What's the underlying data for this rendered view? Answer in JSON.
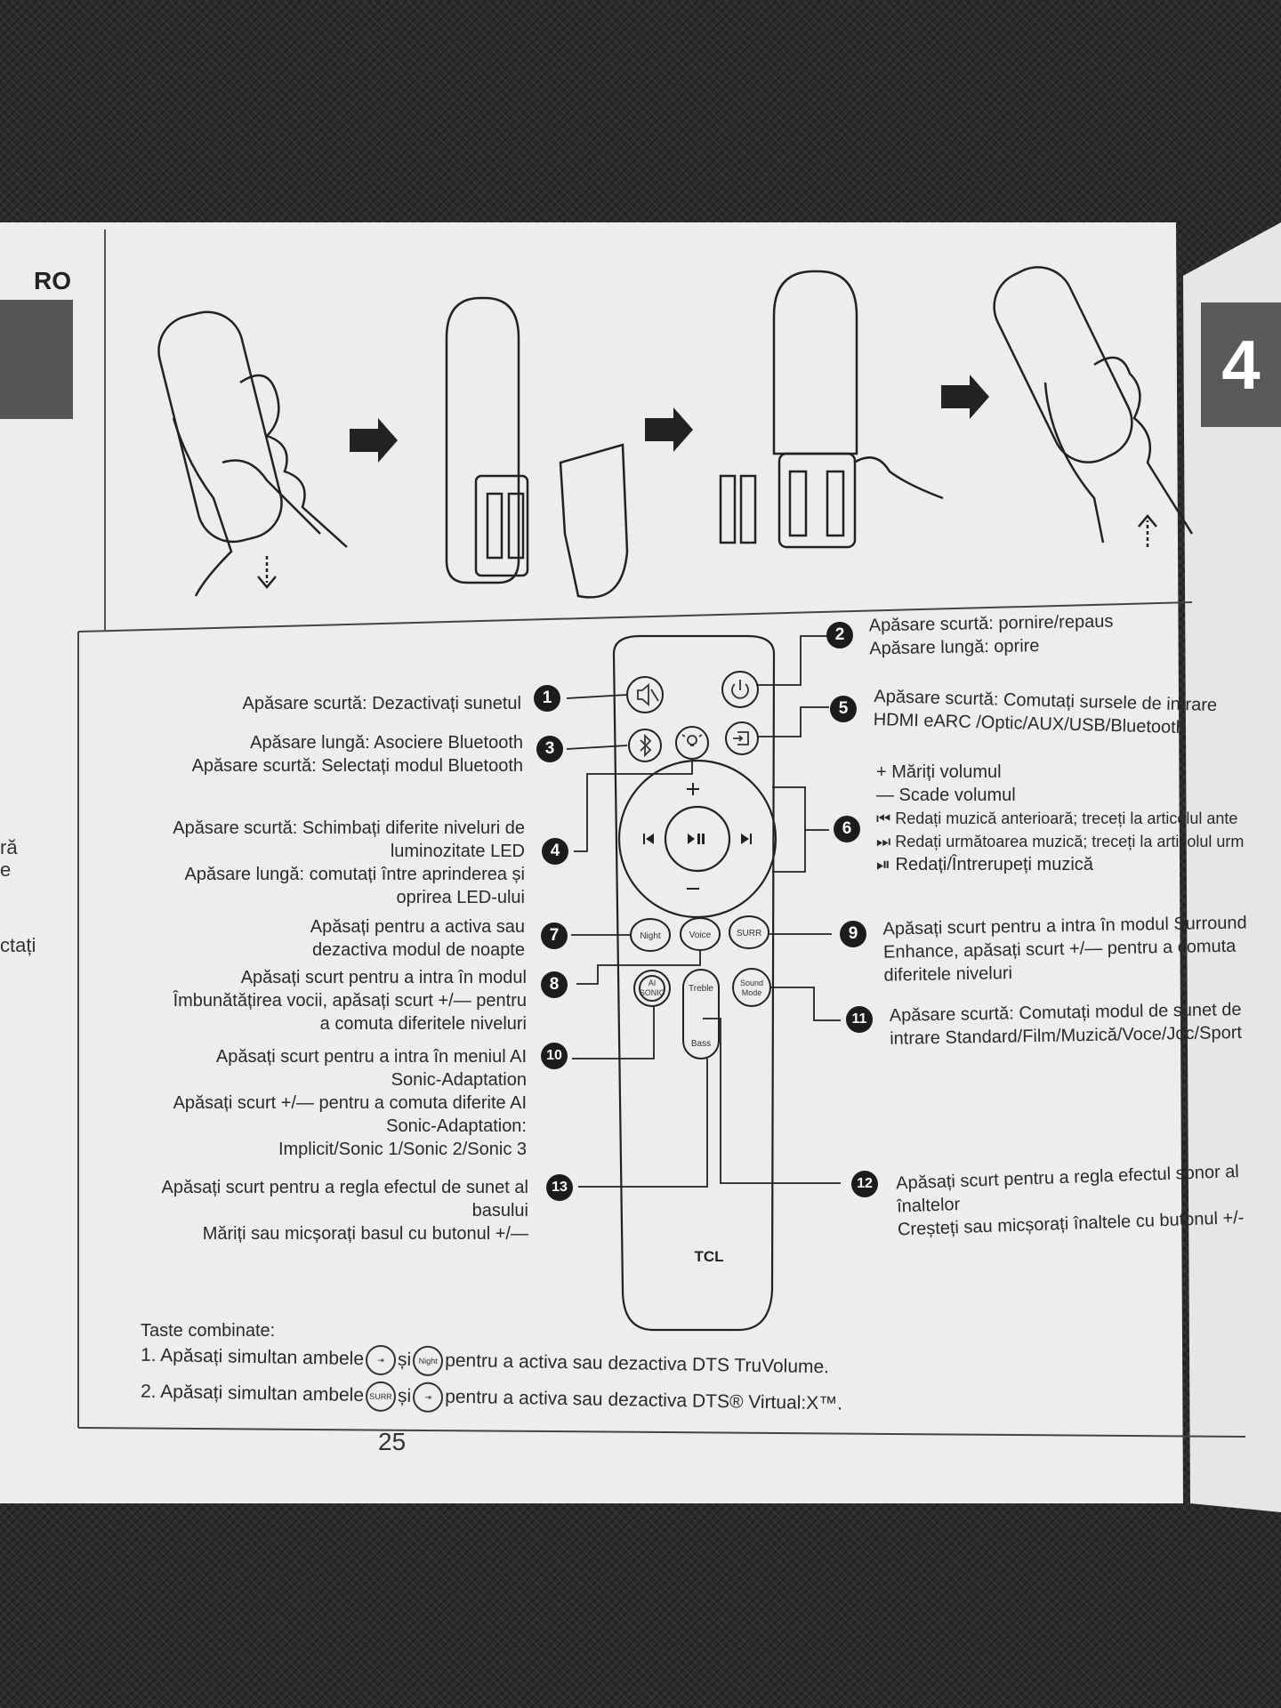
{
  "header": {
    "lang": "RO",
    "chapter": "4"
  },
  "left_edge": [
    "ră",
    "e",
    "ctați"
  ],
  "remote": {
    "brand": "TCL",
    "buttons": {
      "night": "Night",
      "voice": "Voice",
      "surr": "SURR",
      "ai_sonic_1": "AI",
      "ai_sonic_2": "SONIC",
      "treble": "Treble",
      "sound_1": "Sound",
      "sound_2": "Mode",
      "bass": "Bass"
    }
  },
  "callouts": {
    "c1": {
      "num": "1",
      "lines": [
        "Apăsare scurtă: Dezactivați sunetul"
      ]
    },
    "c2": {
      "num": "2",
      "lines": [
        "Apăsare scurtă: pornire/repaus",
        "Apăsare lungă: oprire"
      ]
    },
    "c3": {
      "num": "3",
      "lines": [
        "Apăsare lungă: Asociere Bluetooth",
        "Apăsare scurtă: Selectați modul Bluetooth"
      ]
    },
    "c4": {
      "num": "4",
      "lines": [
        "Apăsare scurtă: Schimbați diferite niveluri de",
        "luminozitate LED",
        "Apăsare lungă: comutați între aprinderea și",
        "oprirea LED-ului"
      ]
    },
    "c5": {
      "num": "5",
      "lines": [
        "Apăsare scurtă: Comutați sursele de intrare",
        "HDMI eARC /Optic/AUX/USB/Bluetooth"
      ]
    },
    "c6": {
      "num": "6",
      "lines": [
        "+ Măriți volumul",
        "— Scade volumul",
        "⏮ Redați muzică anterioară; treceți la articolul ante",
        "⏭ Redați următoarea muzică; treceți la articolul urm",
        "⏯ Redați/Întrerupeți muzică"
      ]
    },
    "c7": {
      "num": "7",
      "lines": [
        "Apăsați pentru a activa sau",
        "dezactiva modul de noapte"
      ]
    },
    "c8": {
      "num": "8",
      "lines": [
        "Apăsați scurt pentru a intra în modul",
        "Îmbunătățirea vocii, apăsați scurt +/— pentru",
        "a comuta diferitele niveluri"
      ]
    },
    "c9": {
      "num": "9",
      "lines": [
        "Apăsați scurt pentru a intra în modul Surround",
        "Enhance, apăsați scurt +/— pentru a comuta",
        "diferitele niveluri"
      ]
    },
    "c10": {
      "num": "10",
      "lines": [
        "Apăsați scurt pentru a intra în meniul AI",
        "Sonic-Adaptation",
        "Apăsați scurt +/— pentru a comuta diferite AI",
        "Sonic-Adaptation:",
        "Implicit/Sonic 1/Sonic 2/Sonic 3"
      ]
    },
    "c11": {
      "num": "11",
      "lines": [
        "Apăsare scurtă: Comutați modul de sunet de",
        "intrare Standard/Film/Muzică/Voce/Joc/Sport"
      ]
    },
    "c12": {
      "num": "12",
      "lines": [
        "Apăsați scurt pentru a regla efectul sonor al",
        "înaltelor",
        "Creșteți sau micșorați înaltele cu butonul +/-"
      ]
    },
    "c13": {
      "num": "13",
      "lines": [
        "Apăsați scurt pentru a regla efectul de sunet al",
        "basului",
        "Măriți sau micșorați basul cu butonul +/—"
      ]
    }
  },
  "combo": {
    "title": "Taste combinate:",
    "line1": {
      "prefix": "1. Apăsați simultan ambele",
      "icon1": "⇥",
      "and": "și",
      "icon2": "Night",
      "suffix": "pentru a activa sau dezactiva DTS TruVolume."
    },
    "line2": {
      "prefix": "2. Apăsați simultan ambele",
      "icon1": "SURR",
      "and": "și",
      "icon2": "⇥",
      "suffix": "pentru a activa sau dezactiva DTS® Virtual:X™."
    }
  },
  "page_number": "25"
}
